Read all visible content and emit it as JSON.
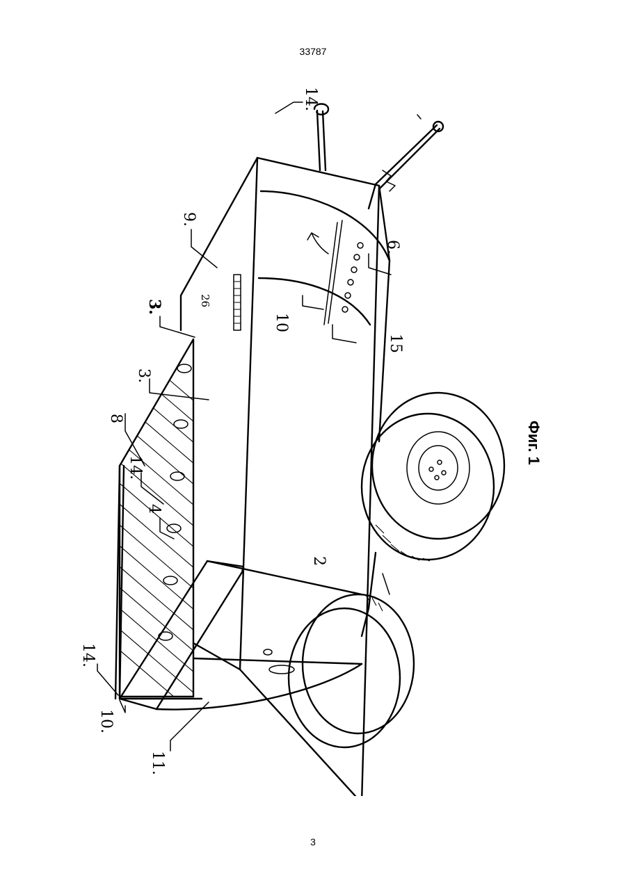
{
  "header": {
    "document_number": "33787"
  },
  "figure": {
    "caption": "Фиг. 1",
    "callouts": {
      "c14_top": "14.",
      "c9": "9.",
      "c3_bold": "3.",
      "c26": "26",
      "c3": "3.",
      "c8": "8",
      "c14_mid": "14.",
      "c4": "4",
      "c10_side": "10",
      "c15": "15",
      "c6": "6.",
      "c2": "2",
      "c14_left": "14.",
      "c10_bottom": "10.",
      "c11": "11."
    }
  },
  "footer": {
    "page_number": "3"
  }
}
